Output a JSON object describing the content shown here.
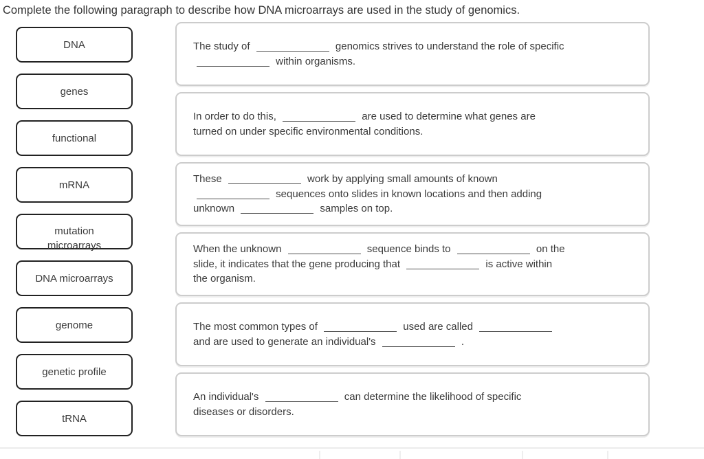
{
  "header": {
    "instruction": "Complete the following paragraph to describe how DNA microarrays are used in the study of genomics."
  },
  "word_bank": {
    "tiles": [
      {
        "label": "DNA"
      },
      {
        "label": "genes"
      },
      {
        "label": "functional"
      },
      {
        "label": "mRNA"
      },
      {
        "label": "mutation microarrays",
        "overflow": true
      },
      {
        "label": "DNA microarrays"
      },
      {
        "label": "genome"
      },
      {
        "label": "genetic profile"
      },
      {
        "label": "tRNA"
      }
    ]
  },
  "paragraphs": [
    {
      "lines": [
        [
          {
            "t": "The study of"
          },
          {
            "b": true
          },
          {
            "t": "genomics strives to understand the role of specific"
          }
        ],
        [
          {
            "b": true
          },
          {
            "t": "within organisms."
          }
        ]
      ]
    },
    {
      "lines": [
        [
          {
            "t": "In order to do this,"
          },
          {
            "b": true
          },
          {
            "t": "are used to determine what genes are"
          }
        ],
        [
          {
            "t": "turned on under specific environmental conditions."
          }
        ]
      ]
    },
    {
      "lines": [
        [
          {
            "t": "These"
          },
          {
            "b": true
          },
          {
            "t": "work by applying small amounts of known"
          }
        ],
        [
          {
            "b": true
          },
          {
            "t": "sequences onto slides in known locations and then adding"
          }
        ],
        [
          {
            "t": "unknown"
          },
          {
            "b": true
          },
          {
            "t": "samples on top."
          }
        ]
      ]
    },
    {
      "lines": [
        [
          {
            "t": "When the unknown"
          },
          {
            "b": true
          },
          {
            "t": "sequence binds to"
          },
          {
            "b": true
          },
          {
            "t": "on the"
          }
        ],
        [
          {
            "t": "slide, it indicates that the gene producing that"
          },
          {
            "b": true
          },
          {
            "t": "is active within"
          }
        ],
        [
          {
            "t": "the organism."
          }
        ]
      ]
    },
    {
      "lines": [
        [
          {
            "t": "The most common types of"
          },
          {
            "b": true
          },
          {
            "t": "used are called"
          },
          {
            "b": true
          }
        ],
        [
          {
            "t": "and are used to generate an individual's"
          },
          {
            "b": true
          },
          {
            "t": "."
          }
        ]
      ]
    },
    {
      "lines": [
        [
          {
            "t": "An individual's"
          },
          {
            "b": true
          },
          {
            "t": "can determine the likelihood of specific"
          }
        ],
        [
          {
            "t": "diseases or disorders."
          }
        ]
      ]
    }
  ],
  "colors": {
    "text": "#3a3a3a",
    "tile_border": "#222222",
    "box_border": "#cccccc",
    "blank_line": "#4f4f4f",
    "footer_divider": "#ececec"
  }
}
